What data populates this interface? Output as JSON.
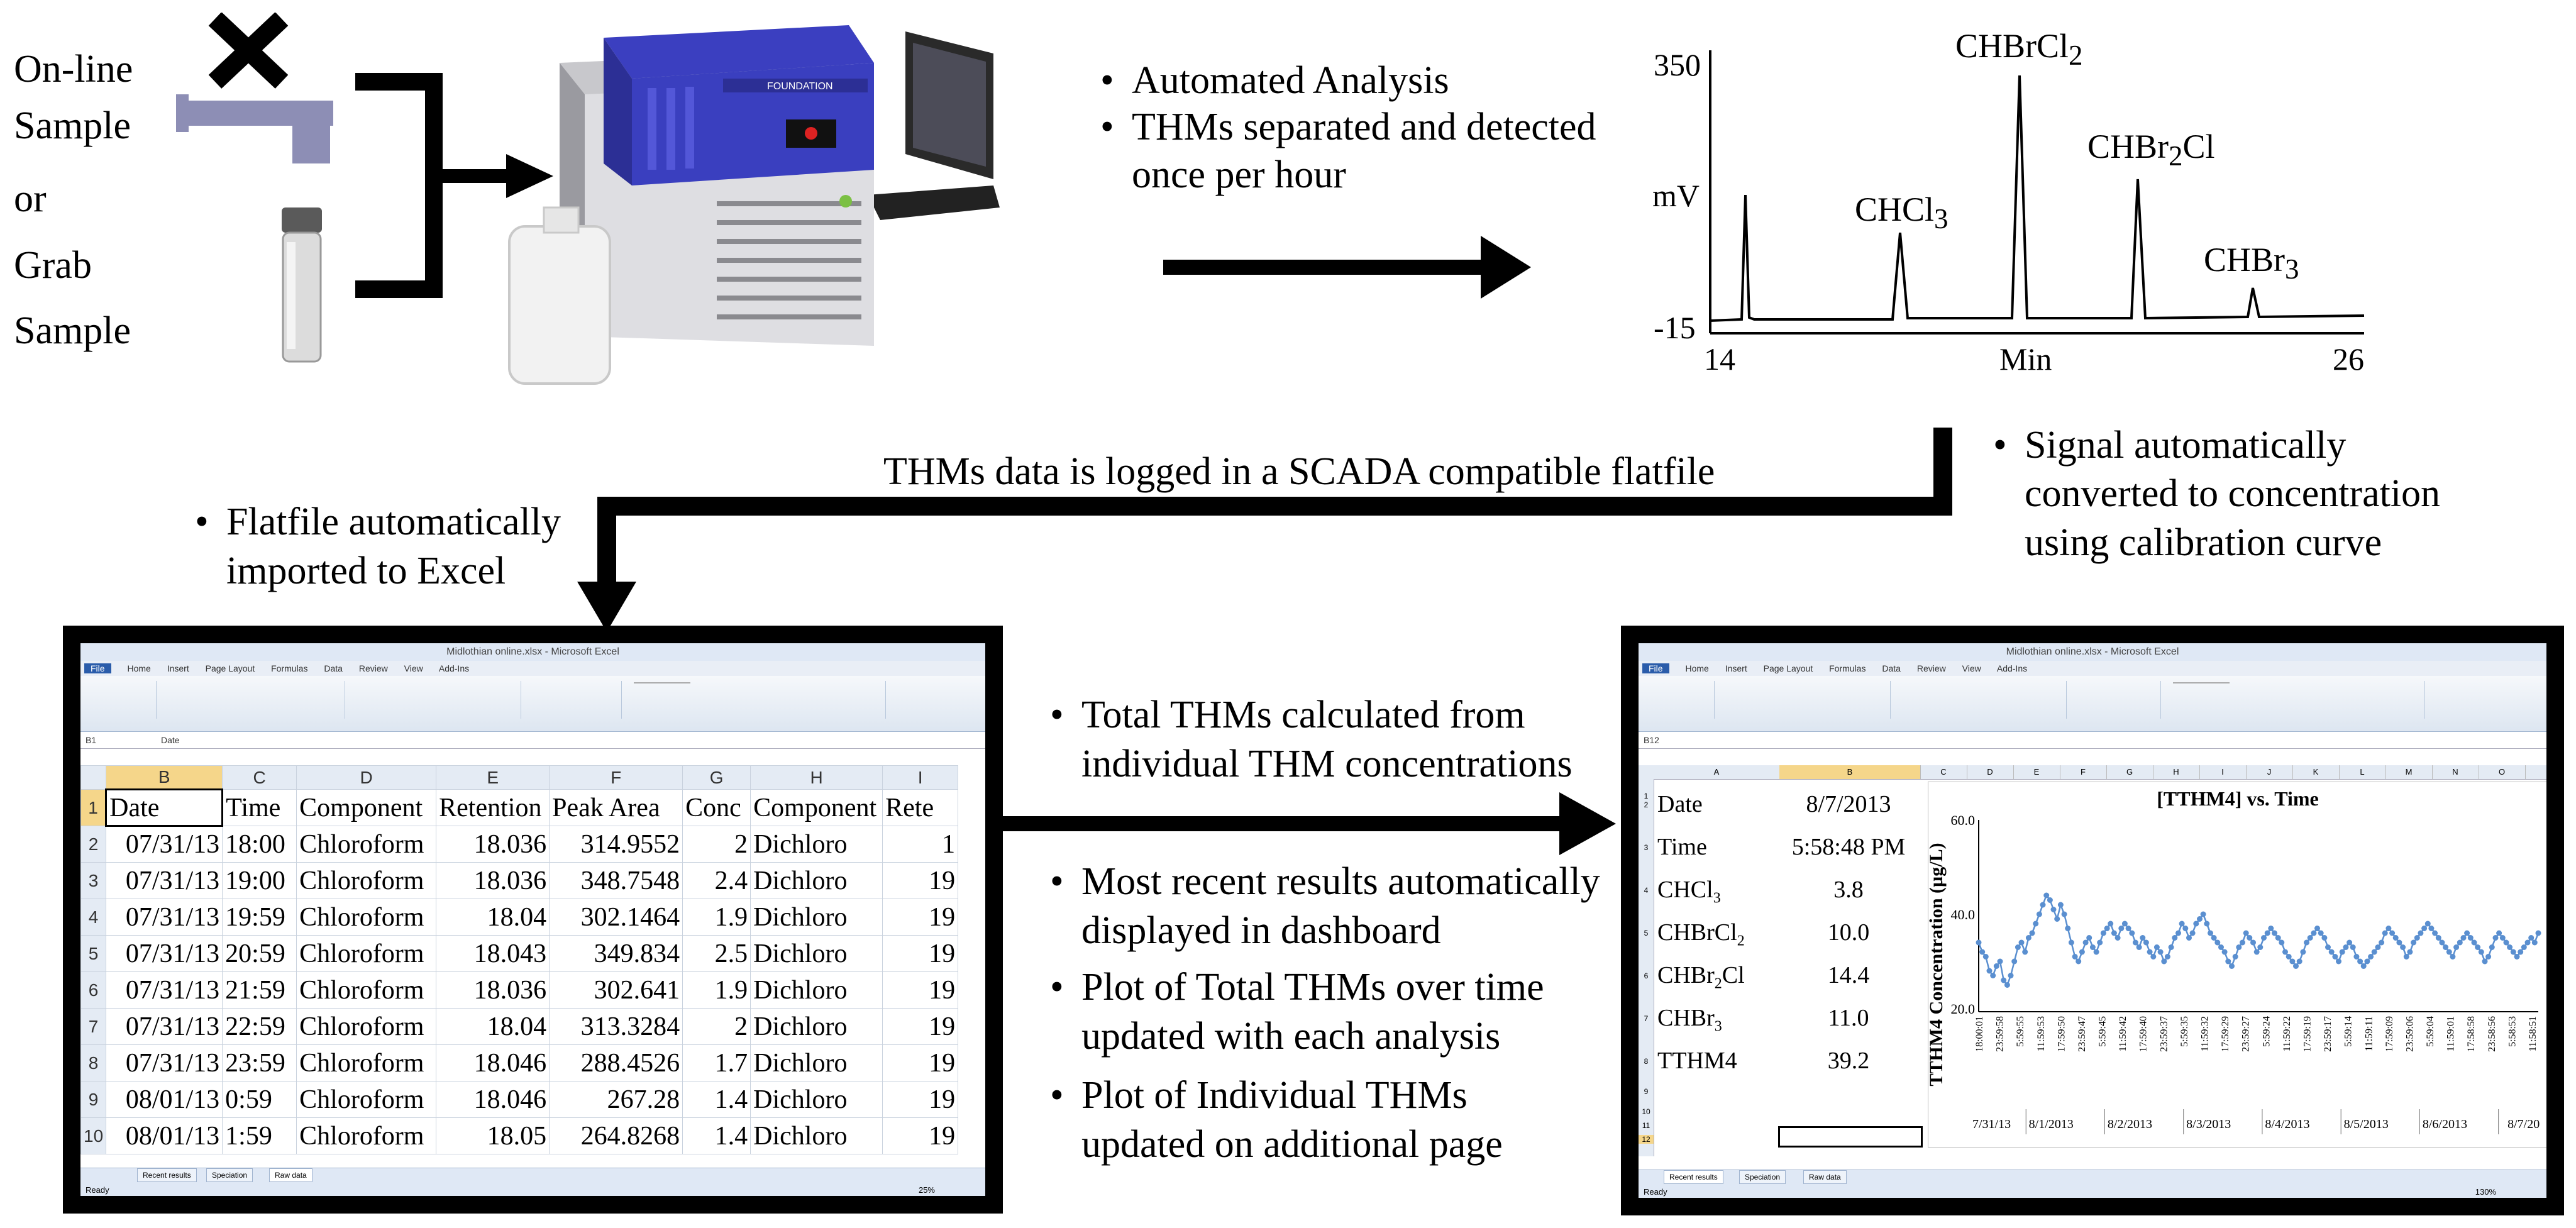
{
  "sample": {
    "line1": "On-line",
    "line2": "Sample",
    "or": "or",
    "line3": "Grab",
    "line4": "Sample"
  },
  "instrument": {
    "brand": "FOUNDATION"
  },
  "bullets_top": [
    "Automated Analysis",
    "THMs separated and detected",
    "once per hour"
  ],
  "chromatogram": {
    "y_top": "350",
    "y_bottom": "-15",
    "y_unit": "mV",
    "x_left": "14",
    "x_right": "26",
    "x_unit": "Min",
    "peaks": [
      {
        "base": "CHCl",
        "sub": "3",
        "rest": ""
      },
      {
        "base": "CHBrCl",
        "sub": "2",
        "rest": ""
      },
      {
        "base": "CHBr",
        "sub": "2",
        "rest": "Cl"
      },
      {
        "base": "CHBr",
        "sub": "3",
        "rest": ""
      }
    ]
  },
  "flow_label": "THMs data is logged in a SCADA compatible flatfile",
  "bullets_right": [
    "Signal automatically",
    "converted to concentration",
    "using calibration curve"
  ],
  "bullets_left": [
    "Flatfile automatically",
    "imported to Excel"
  ],
  "bullets_middle": [
    [
      "Total THMs calculated from",
      "individual THM concentrations"
    ],
    [
      "Most recent results automatically",
      "displayed in dashboard"
    ],
    [
      "Plot of Total THMs over time",
      "updated with each analysis"
    ],
    [
      "Plot of Individual THMs",
      "updated on additional page"
    ]
  ],
  "excel1": {
    "title": "Midlothian online.xlsx - Microsoft Excel",
    "tabs": [
      "File",
      "Home",
      "Insert",
      "Page Layout",
      "Formulas",
      "Data",
      "Review",
      "View",
      "Add-Ins"
    ],
    "cell_ref": "B1",
    "formula": "Date",
    "col_headers": [
      "B",
      "C",
      "D",
      "E",
      "F",
      "G",
      "H",
      "I"
    ],
    "rows": [
      {
        "n": "1",
        "cells": [
          "Date",
          "Time",
          "Component",
          "Retention",
          "Peak Area",
          "Conc",
          "Component",
          "Rete"
        ]
      },
      {
        "n": "2",
        "cells": [
          "07/31/13",
          "18:00",
          "Chloroform",
          "18.036",
          "314.9552",
          "2",
          "Dichloro",
          "1"
        ]
      },
      {
        "n": "3",
        "cells": [
          "07/31/13",
          "19:00",
          "Chloroform",
          "18.036",
          "348.7548",
          "2.4",
          "Dichloro",
          "19"
        ]
      },
      {
        "n": "4",
        "cells": [
          "07/31/13",
          "19:59",
          "Chloroform",
          "18.04",
          "302.1464",
          "1.9",
          "Dichloro",
          "19"
        ]
      },
      {
        "n": "5",
        "cells": [
          "07/31/13",
          "20:59",
          "Chloroform",
          "18.043",
          "349.834",
          "2.5",
          "Dichloro",
          "19"
        ]
      },
      {
        "n": "6",
        "cells": [
          "07/31/13",
          "21:59",
          "Chloroform",
          "18.036",
          "302.641",
          "1.9",
          "Dichloro",
          "19"
        ]
      },
      {
        "n": "7",
        "cells": [
          "07/31/13",
          "22:59",
          "Chloroform",
          "18.04",
          "313.3284",
          "2",
          "Dichloro",
          "19"
        ]
      },
      {
        "n": "8",
        "cells": [
          "07/31/13",
          "23:59",
          "Chloroform",
          "18.046",
          "288.4526",
          "1.7",
          "Dichloro",
          "19"
        ]
      },
      {
        "n": "9",
        "cells": [
          "08/01/13",
          "0:59",
          "Chloroform",
          "18.046",
          "267.28",
          "1.4",
          "Dichloro",
          "19"
        ]
      },
      {
        "n": "10",
        "cells": [
          "08/01/13",
          "1:59",
          "Chloroform",
          "18.05",
          "264.8268",
          "1.4",
          "Dichloro",
          "19"
        ]
      }
    ],
    "sheet_tabs": [
      "Recent results",
      "Speciation",
      "Raw data"
    ],
    "status": "Ready",
    "zoom": "25%"
  },
  "excel2": {
    "title": "Midlothian online.xlsx - Microsoft Excel",
    "tabs": [
      "File",
      "Home",
      "Insert",
      "Page Layout",
      "Formulas",
      "Data",
      "Review",
      "View",
      "Add-Ins"
    ],
    "cell_ref": "B12",
    "col_headers": [
      "A",
      "B",
      "C",
      "D",
      "E",
      "F",
      "G",
      "H",
      "I",
      "J",
      "K",
      "L",
      "M",
      "N",
      "O"
    ],
    "table": [
      {
        "label": "Date",
        "value": "8/7/2013"
      },
      {
        "label": "Time",
        "value": "5:58:48 PM"
      },
      {
        "label": "CHCl",
        "sub": "3",
        "rest": "",
        "value": "3.8"
      },
      {
        "label": "CHBrCl",
        "sub": "2",
        "rest": "",
        "value": "10.0"
      },
      {
        "label": "CHBr",
        "sub": "2",
        "rest": "Cl",
        "value": "14.4"
      },
      {
        "label": "CHBr",
        "sub": "3",
        "rest": "",
        "value": "11.0"
      },
      {
        "label": "TTHM4",
        "value": "39.2"
      }
    ],
    "sheet_tabs": [
      "Recent results",
      "Speciation",
      "Raw data"
    ],
    "status": "Ready",
    "zoom": "130%"
  },
  "colors": {
    "excel_blue": "#2a5caa",
    "ribbon": "#dde6f1",
    "series": "#5a8fd0",
    "instrument_blue": "#3a3fbf"
  },
  "chart_data": {
    "type": "line",
    "title": "[TTHM4] vs. Time",
    "ylabel": "TTHM4 Concentration (µg/L)",
    "xlabel": "",
    "ylim": [
      20,
      60
    ],
    "yticks": [
      "60.0",
      "40.0",
      "20.0"
    ],
    "time_ticks": [
      "18:00:01",
      "23:59:58",
      "5:59:55",
      "11:59:53",
      "17:59:50",
      "23:59:47",
      "5:59:45",
      "11:59:42",
      "17:59:40",
      "23:59:37",
      "5:59:35",
      "11:59:32",
      "17:59:29",
      "23:59:27",
      "5:59:24",
      "11:59:22",
      "17:59:19",
      "23:59:17",
      "5:59:14",
      "11:59:11",
      "17:59:09",
      "23:59:06",
      "5:59:04",
      "11:59:01",
      "17:58:58",
      "23:58:56",
      "5:58:53",
      "11:58:51"
    ],
    "date_labels": [
      "7/31/13",
      "8/1/2013",
      "8/2/2013",
      "8/3/2013",
      "8/4/2013",
      "8/5/2013",
      "8/6/2013",
      "8/7/20"
    ],
    "values": [
      34,
      32,
      31,
      28,
      27,
      29,
      30,
      26,
      25,
      27,
      30,
      33,
      34,
      32,
      35,
      36,
      38,
      40,
      42,
      44,
      43,
      41,
      39,
      42,
      40,
      37,
      34,
      31,
      30,
      32,
      34,
      35,
      33,
      32,
      34,
      36,
      37,
      38,
      36,
      35,
      37,
      38,
      37,
      36,
      34,
      33,
      35,
      34,
      32,
      31,
      33,
      32,
      30,
      31,
      33,
      35,
      36,
      38,
      37,
      35,
      36,
      38,
      39,
      40,
      38,
      36,
      35,
      34,
      33,
      32,
      30,
      29,
      31,
      33,
      34,
      36,
      35,
      34,
      32,
      33,
      35,
      36,
      37,
      36,
      35,
      34,
      32,
      31,
      30,
      29,
      30,
      32,
      34,
      35,
      36,
      37,
      36,
      35,
      33,
      32,
      31,
      30,
      32,
      33,
      34,
      33,
      31,
      30,
      29,
      30,
      31,
      32,
      33,
      34,
      36,
      37,
      36,
      35,
      34,
      33,
      31,
      32,
      34,
      35,
      36,
      37,
      38,
      37,
      36,
      35,
      34,
      33,
      32,
      31,
      33,
      34,
      35,
      36,
      35,
      34,
      33,
      32,
      30,
      31,
      33,
      35,
      36,
      35,
      34,
      33,
      32,
      31,
      32,
      33,
      34,
      35,
      34,
      36
    ]
  }
}
